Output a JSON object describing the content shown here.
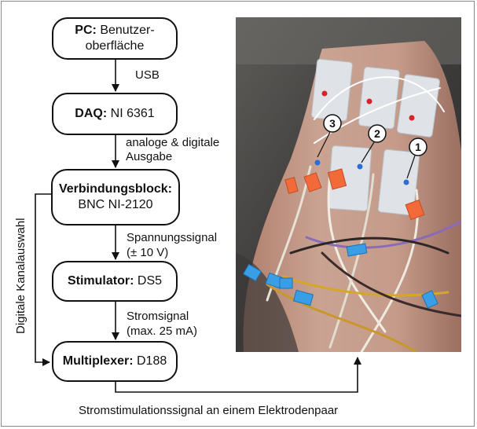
{
  "diagram": {
    "boxes": [
      {
        "id": "pc",
        "title": "PC:",
        "text_line1": "Benutzer-",
        "text_line2": "oberfläche"
      },
      {
        "id": "daq",
        "title": "DAQ:",
        "text": "NI 6361"
      },
      {
        "id": "block",
        "title": "Verbindungsblock:",
        "text": "BNC NI-2120"
      },
      {
        "id": "stim",
        "title": "Stimulator:",
        "text": "DS5"
      },
      {
        "id": "mux",
        "title": "Multiplexer:",
        "text": "D188"
      }
    ],
    "edges": [
      {
        "label": "USB"
      },
      {
        "label_line1": "analoge & digitale",
        "label_line2": "Ausgabe"
      },
      {
        "label_line1": "Spannungssignal",
        "label_line2": "(± 10 V)"
      },
      {
        "label_line1": "Stromsignal",
        "label_line2": "(max. 25 mA)"
      }
    ],
    "side_label": "Digitale Kanalauswahl",
    "bottom_label": "Stromstimulationssignal an einem Elektrodenpaar"
  },
  "photo": {
    "markers": [
      "3",
      "2",
      "1"
    ]
  }
}
